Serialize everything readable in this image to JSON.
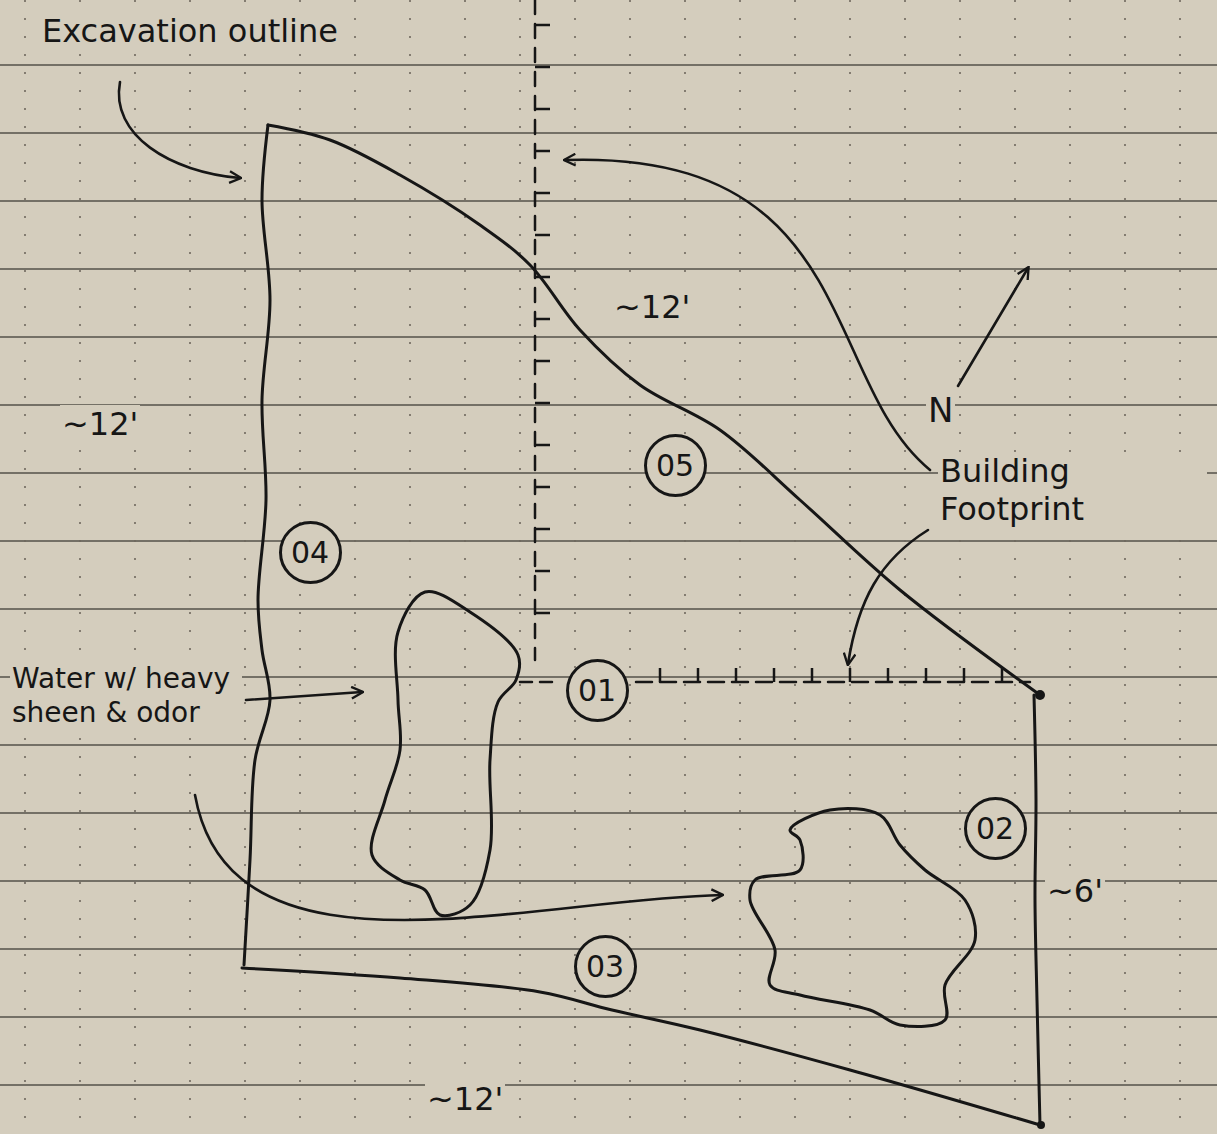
{
  "diagram": {
    "nodes": [
      {
        "text": [
          "05"
        ]
      },
      {
        "text": [
          "04"
        ]
      },
      {
        "text": [
          "01"
        ]
      },
      {
        "text": [
          "02"
        ]
      },
      {
        "text": [
          "03"
        ]
      }
    ],
    "labels": [
      "Excavation outline",
      "~12'",
      "N",
      "~12'",
      "Building Footprint",
      "Water w/ heavy sheen & odor",
      "~6'",
      "~12'"
    ]
  }
}
